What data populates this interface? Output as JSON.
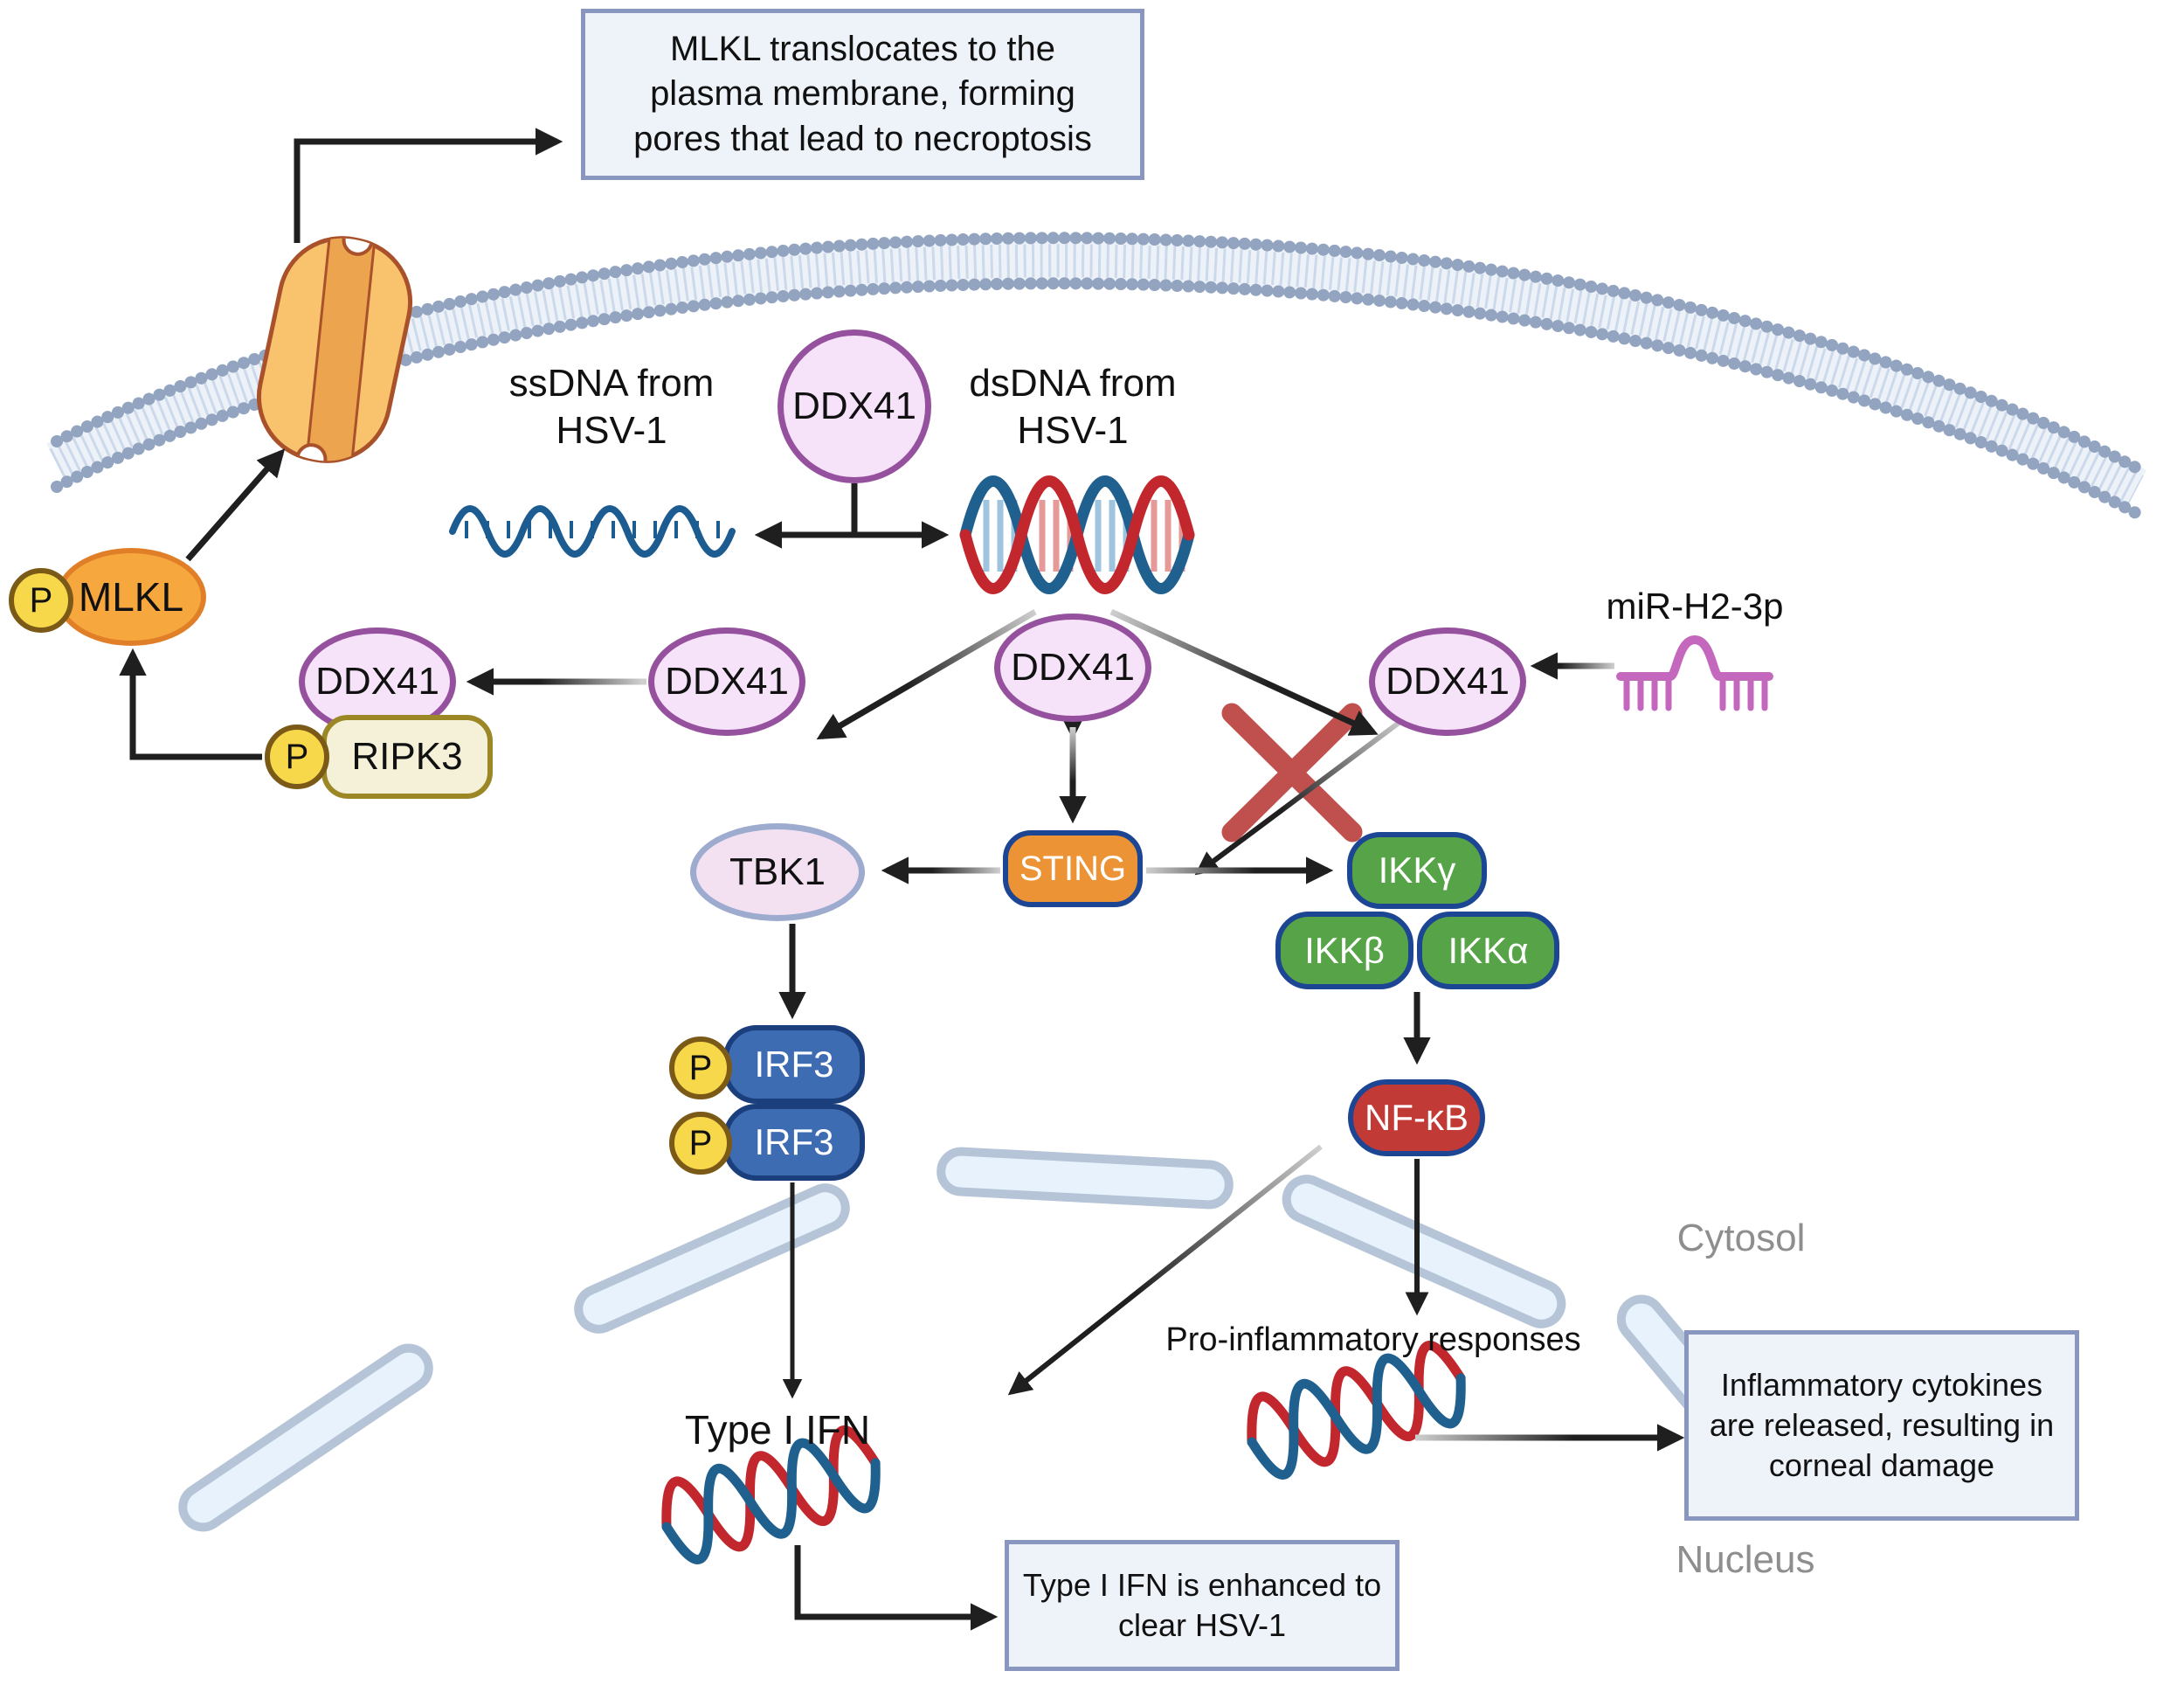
{
  "molecules": {
    "ddx41": "DDX41",
    "mlkl": "MLKL",
    "ripk3": "RIPK3",
    "tbk1": "TBK1",
    "sting": "STING",
    "ikk_gamma": "IKKγ",
    "ikk_beta": "IKKβ",
    "ikk_alpha": "IKKα",
    "nfkb": "NF-κB",
    "irf3": "IRF3",
    "phospho": "P"
  },
  "labels": {
    "ssdna": "ssDNA from\nHSV-1",
    "dsdna": "dsDNA from\nHSV-1",
    "mir": "miR-H2-3p",
    "cytosol": "Cytosol",
    "nucleus": "Nucleus",
    "pro_inflammatory": "Pro-inflammatory responses",
    "type_i_ifn": "Type I IFN"
  },
  "notes": {
    "necroptosis": "MLKL translocates to the\nplasma membrane, forming\npores that lead to necroptosis",
    "ifn_enhanced": "Type I IFN is enhanced to\nclear HSV-1",
    "cytokines": "Inflammatory cytokines\nare released, resulting in\ncorneal damage"
  },
  "icons": {
    "membrane": "lipid-bilayer",
    "pore": "membrane-pore",
    "ssdna_strand": "ssdna-wave",
    "dsdna_helix": "dsdna-double-helix",
    "mirna": "mirna-hairpin",
    "inhibition": "red-cross",
    "nuclear_envelope": "nuclear-membrane-segments"
  },
  "colors": {
    "ddx41_fill": "#f6e3fa",
    "ddx41_border": "#96519e",
    "mlkl_fill": "#f6a83f",
    "mlkl_border": "#e07f28",
    "p_fill": "#f7d84a",
    "p_border": "#7b5a17",
    "ripk3_fill": "#f4f1d8",
    "ripk3_border": "#9b8726",
    "tbk1_fill": "#f3e1f2",
    "tbk1_border": "#9dabce",
    "sting_fill": "#ec9435",
    "navy_border": "#1c4693",
    "ikk_fill": "#56a348",
    "nfkb_fill": "#c23a36",
    "irf3_fill": "#3e6cb3",
    "irf3_border": "#1b3e7c",
    "note_fill": "#eef2f9",
    "note_border": "#8996bf",
    "membrane_heads": "#93a4c0",
    "membrane_tails": "#ccd9eb",
    "nuclear_fill": "#e7f2fc",
    "nuclear_border": "#b5c4d7",
    "helix_blue": "#20608f",
    "helix_red": "#c1272d",
    "mir_pink": "#c468bd",
    "cross_red": "#c0504d",
    "gray_text": "#8e8e8e",
    "arrow": "#1f1f1f"
  }
}
